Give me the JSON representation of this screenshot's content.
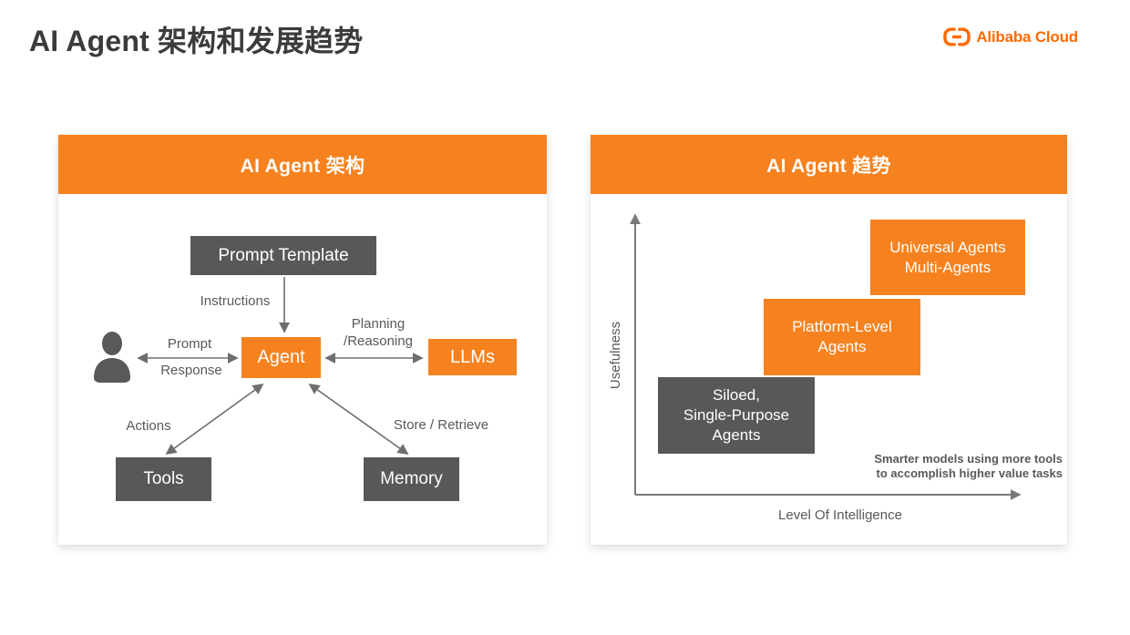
{
  "page": {
    "title": "AI Agent 架构和发展趋势"
  },
  "logo": {
    "text": "Alibaba Cloud",
    "color": "#FF6A00",
    "icon": "alibaba-cloud-brackets-icon"
  },
  "colors": {
    "accent_orange": "#F6821F",
    "dark_gray_box": "#58585A",
    "label_gray": "#595959",
    "arrow_gray": "#6E6E6E"
  },
  "architecture_panel": {
    "header": "AI Agent 架构",
    "nodes": {
      "prompt_template": "Prompt Template",
      "agent": "Agent",
      "llms": "LLMs",
      "tools": "Tools",
      "memory": "Memory"
    },
    "edge_labels": {
      "instructions": "Instructions",
      "prompt": "Prompt",
      "response": "Response",
      "planning_line1": "Planning",
      "planning_line2": "/Reasoning",
      "actions": "Actions",
      "store_retrieve": "Store / Retrieve"
    },
    "user_icon": "person-icon"
  },
  "trends_panel": {
    "header": "AI Agent 趋势",
    "y_axis": "Usefulness",
    "x_axis": "Level Of Intelligence",
    "stages": [
      {
        "name": "siloed-single-purpose-agents",
        "color": "#58585A",
        "label_lines": [
          "Siloed,",
          "Single-Purpose",
          "Agents"
        ]
      },
      {
        "name": "platform-level-agents",
        "color": "#F6821F",
        "label_lines": [
          "Platform-Level",
          "Agents"
        ]
      },
      {
        "name": "universal-agents-multi-agents",
        "color": "#F6821F",
        "label_lines": [
          "Universal Agents",
          "Multi-Agents"
        ]
      }
    ],
    "annotation_lines": [
      "Smarter models using more tools",
      "to accomplish higher value tasks"
    ]
  }
}
